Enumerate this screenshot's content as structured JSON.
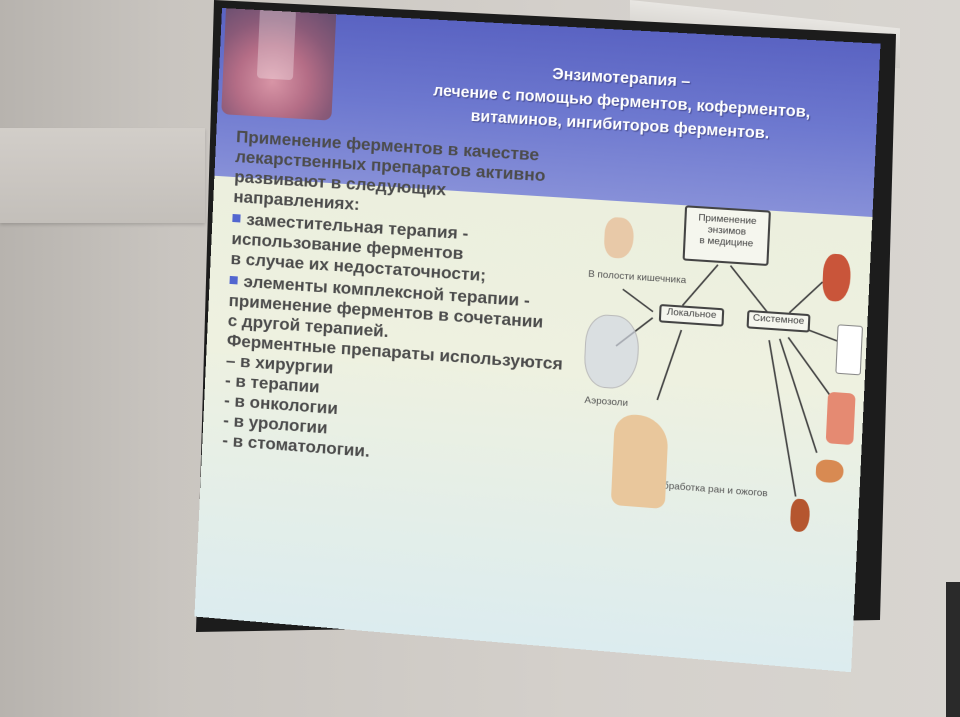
{
  "slide": {
    "title_lines": [
      "Энзимотерапия –",
      "лечение с помощью ферментов, коферментов,",
      "витаминов, ингибиторов ферментов."
    ],
    "intro_lines": [
      "Применение ферментов в качестве",
      "лекарственных препаратов активно",
      "развивают в следующих",
      "направлениях:"
    ],
    "bullet1_lines": [
      "заместительная терапия -",
      "использование ферментов",
      "в случае их недостаточности;"
    ],
    "bullet2_lines": [
      "элементы комплексной терапии -",
      "применение ферментов в сочетании",
      "с другой терапией."
    ],
    "uses_lines": [
      "Ферментные препараты используются",
      "– в хирургии",
      " -  в терапии",
      " -  в онкологии",
      " -  в урологии",
      " -  в стоматологии."
    ]
  },
  "diagram": {
    "center_box_lines": [
      "Применение",
      "энзимов",
      "в медицине"
    ],
    "local_box": "Локальное",
    "systemic_box": "Системное",
    "label_intestine": "В полости кишечника",
    "label_aerosols": "Аэрозоли",
    "label_wounds": "Обработка ран и ожогов"
  },
  "colors": {
    "header": "#5a63c2",
    "bullet": "#5266d0",
    "body_text": "#4c4c4c",
    "slide_bg": "#eef1e0"
  }
}
